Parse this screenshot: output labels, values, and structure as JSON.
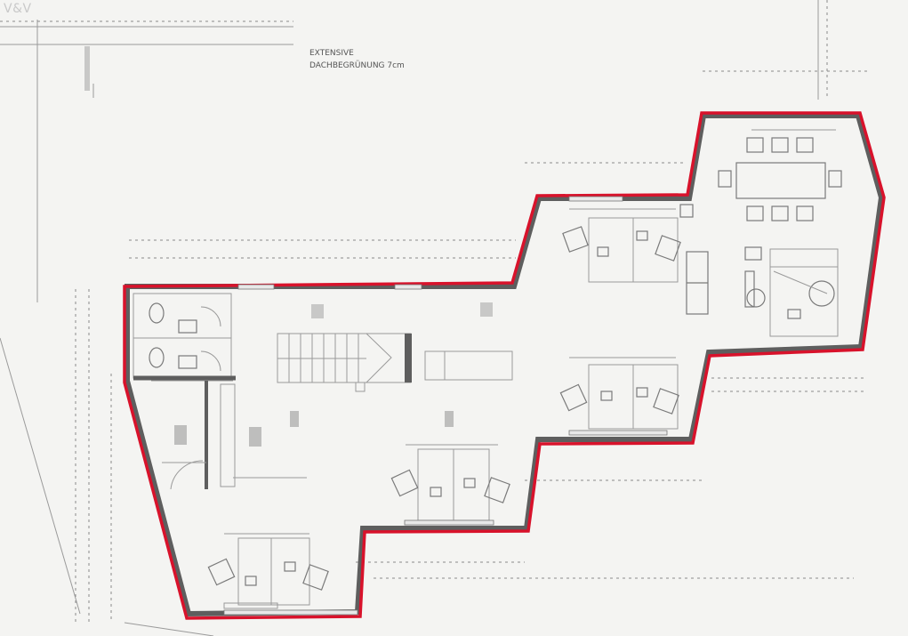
{
  "watermark": "V&V",
  "roof_note": {
    "line1": "EXTENSIVE",
    "line2": "DACHBEGRÜNUNG 7cm"
  },
  "colors": {
    "outline": "#d8122b",
    "wall": "#5e5e5e",
    "paper": "#f4f4f2"
  }
}
